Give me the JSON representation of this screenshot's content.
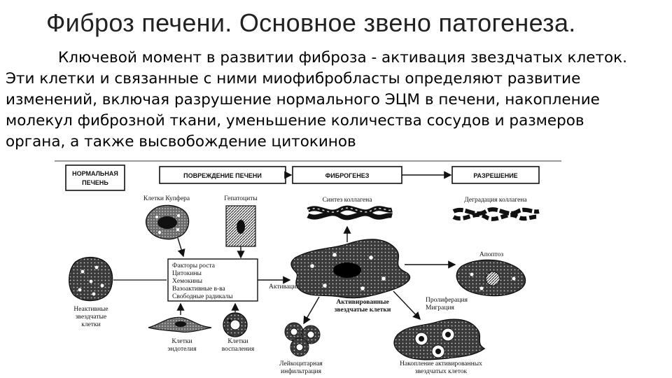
{
  "slide": {
    "title": "Фиброз печени. Основное звено патогенеза.",
    "paragraph_lines": [
      "Ключевой момент в развитии фиброза - активация звездчатых клеток.",
      "Эти клетки и связанные с ними миофибробласты определяют развитие",
      "изменений, включая разрушение нормального ЭЦМ в печени, накопление",
      "молекул фиброзной ткани, уменьшение количества сосудов и размеров",
      "органа, а также высвобождение цитокинов"
    ]
  },
  "diagram": {
    "stages": {
      "normal_line1": "НОРМАЛЬНАЯ",
      "normal_line2": "ПЕЧЕНЬ",
      "injury": "ПОВРЕЖДЕНИЕ ПЕЧЕНИ",
      "fibrogenesis": "ФИБРОГЕНЕЗ",
      "resolution": "РАЗРЕШЕНИЕ"
    },
    "labels": {
      "kupffer": "Клетки Купфера",
      "hepatocytes": "Гепатоциты",
      "collagen_synthesis": "Синтез коллагена",
      "collagen_degradation": "Деградация коллагена",
      "apoptosis": "Апоптоз",
      "inactive_1": "Неактивные",
      "inactive_2": "звездчатые",
      "inactive_3": "клетки",
      "activation": "Активация",
      "activated_1": "Активированные",
      "activated_2": "звездчатые клетки",
      "proliferation": "Пролиферация",
      "migration": "Миграция",
      "endothelium_1": "Клетки",
      "endothelium_2": "эндотелия",
      "inflammation_1": "Клетки",
      "inflammation_2": "воспаления",
      "leukocyte_1": "Лейкоцитарная",
      "leukocyte_2": "инфильтрация",
      "accumulation_1": "Накопление активированных",
      "accumulation_2": "звездчатых клеток"
    },
    "factors": [
      "Факторы роста",
      "Цитокины",
      "Хемокины",
      "Вазоактивные в-ва",
      "Свободные радикалы"
    ]
  }
}
